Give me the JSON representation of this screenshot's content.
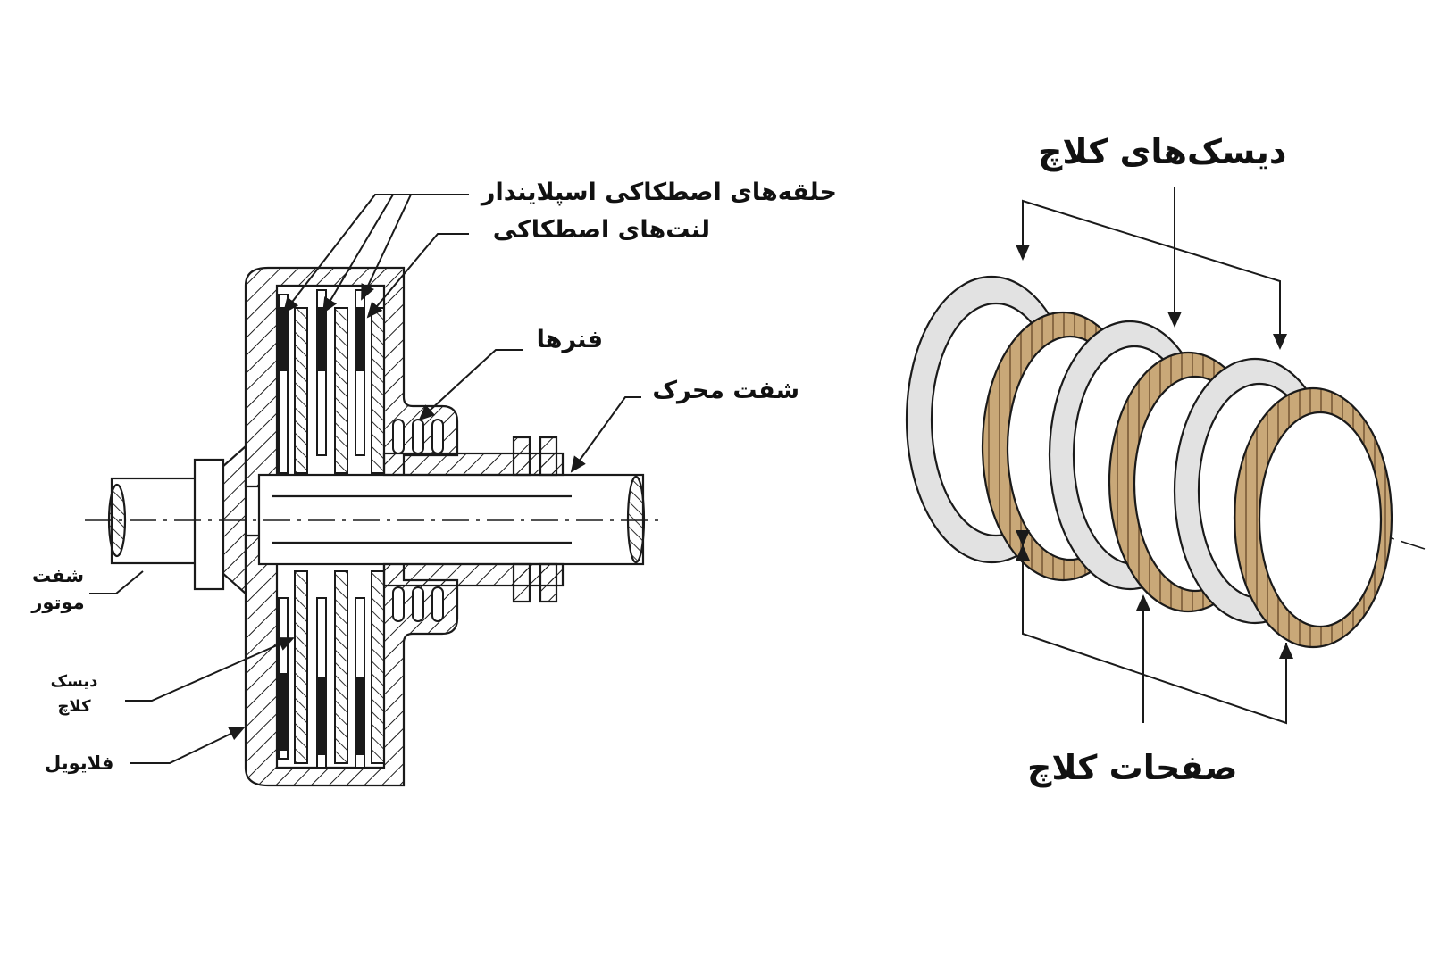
{
  "left_diagram": {
    "labels": {
      "splined_friction_rings": "حلقه‌های اصطکاکی اسپلایندار",
      "friction_linings": "لنت‌های اصطکاکی",
      "springs": "فنرها",
      "drive_shaft": "شفت محرک",
      "motor_shaft_line1": "شفت",
      "motor_shaft_line2": "موتور",
      "clutch_disc_line1": "دیسک",
      "clutch_disc_line2": "کلاچ",
      "flywheel": "فلایویل"
    }
  },
  "right_diagram": {
    "labels": {
      "clutch_discs": "دیسک‌های کلاچ",
      "clutch_plates": "صفحات کلاچ"
    }
  },
  "colors": {
    "ink": "#1a1a1a",
    "steel_disc": "#e2e2e2",
    "friction_material": "#c9a878",
    "friction_stripe": "#8a6a44",
    "background": "#ffffff"
  }
}
